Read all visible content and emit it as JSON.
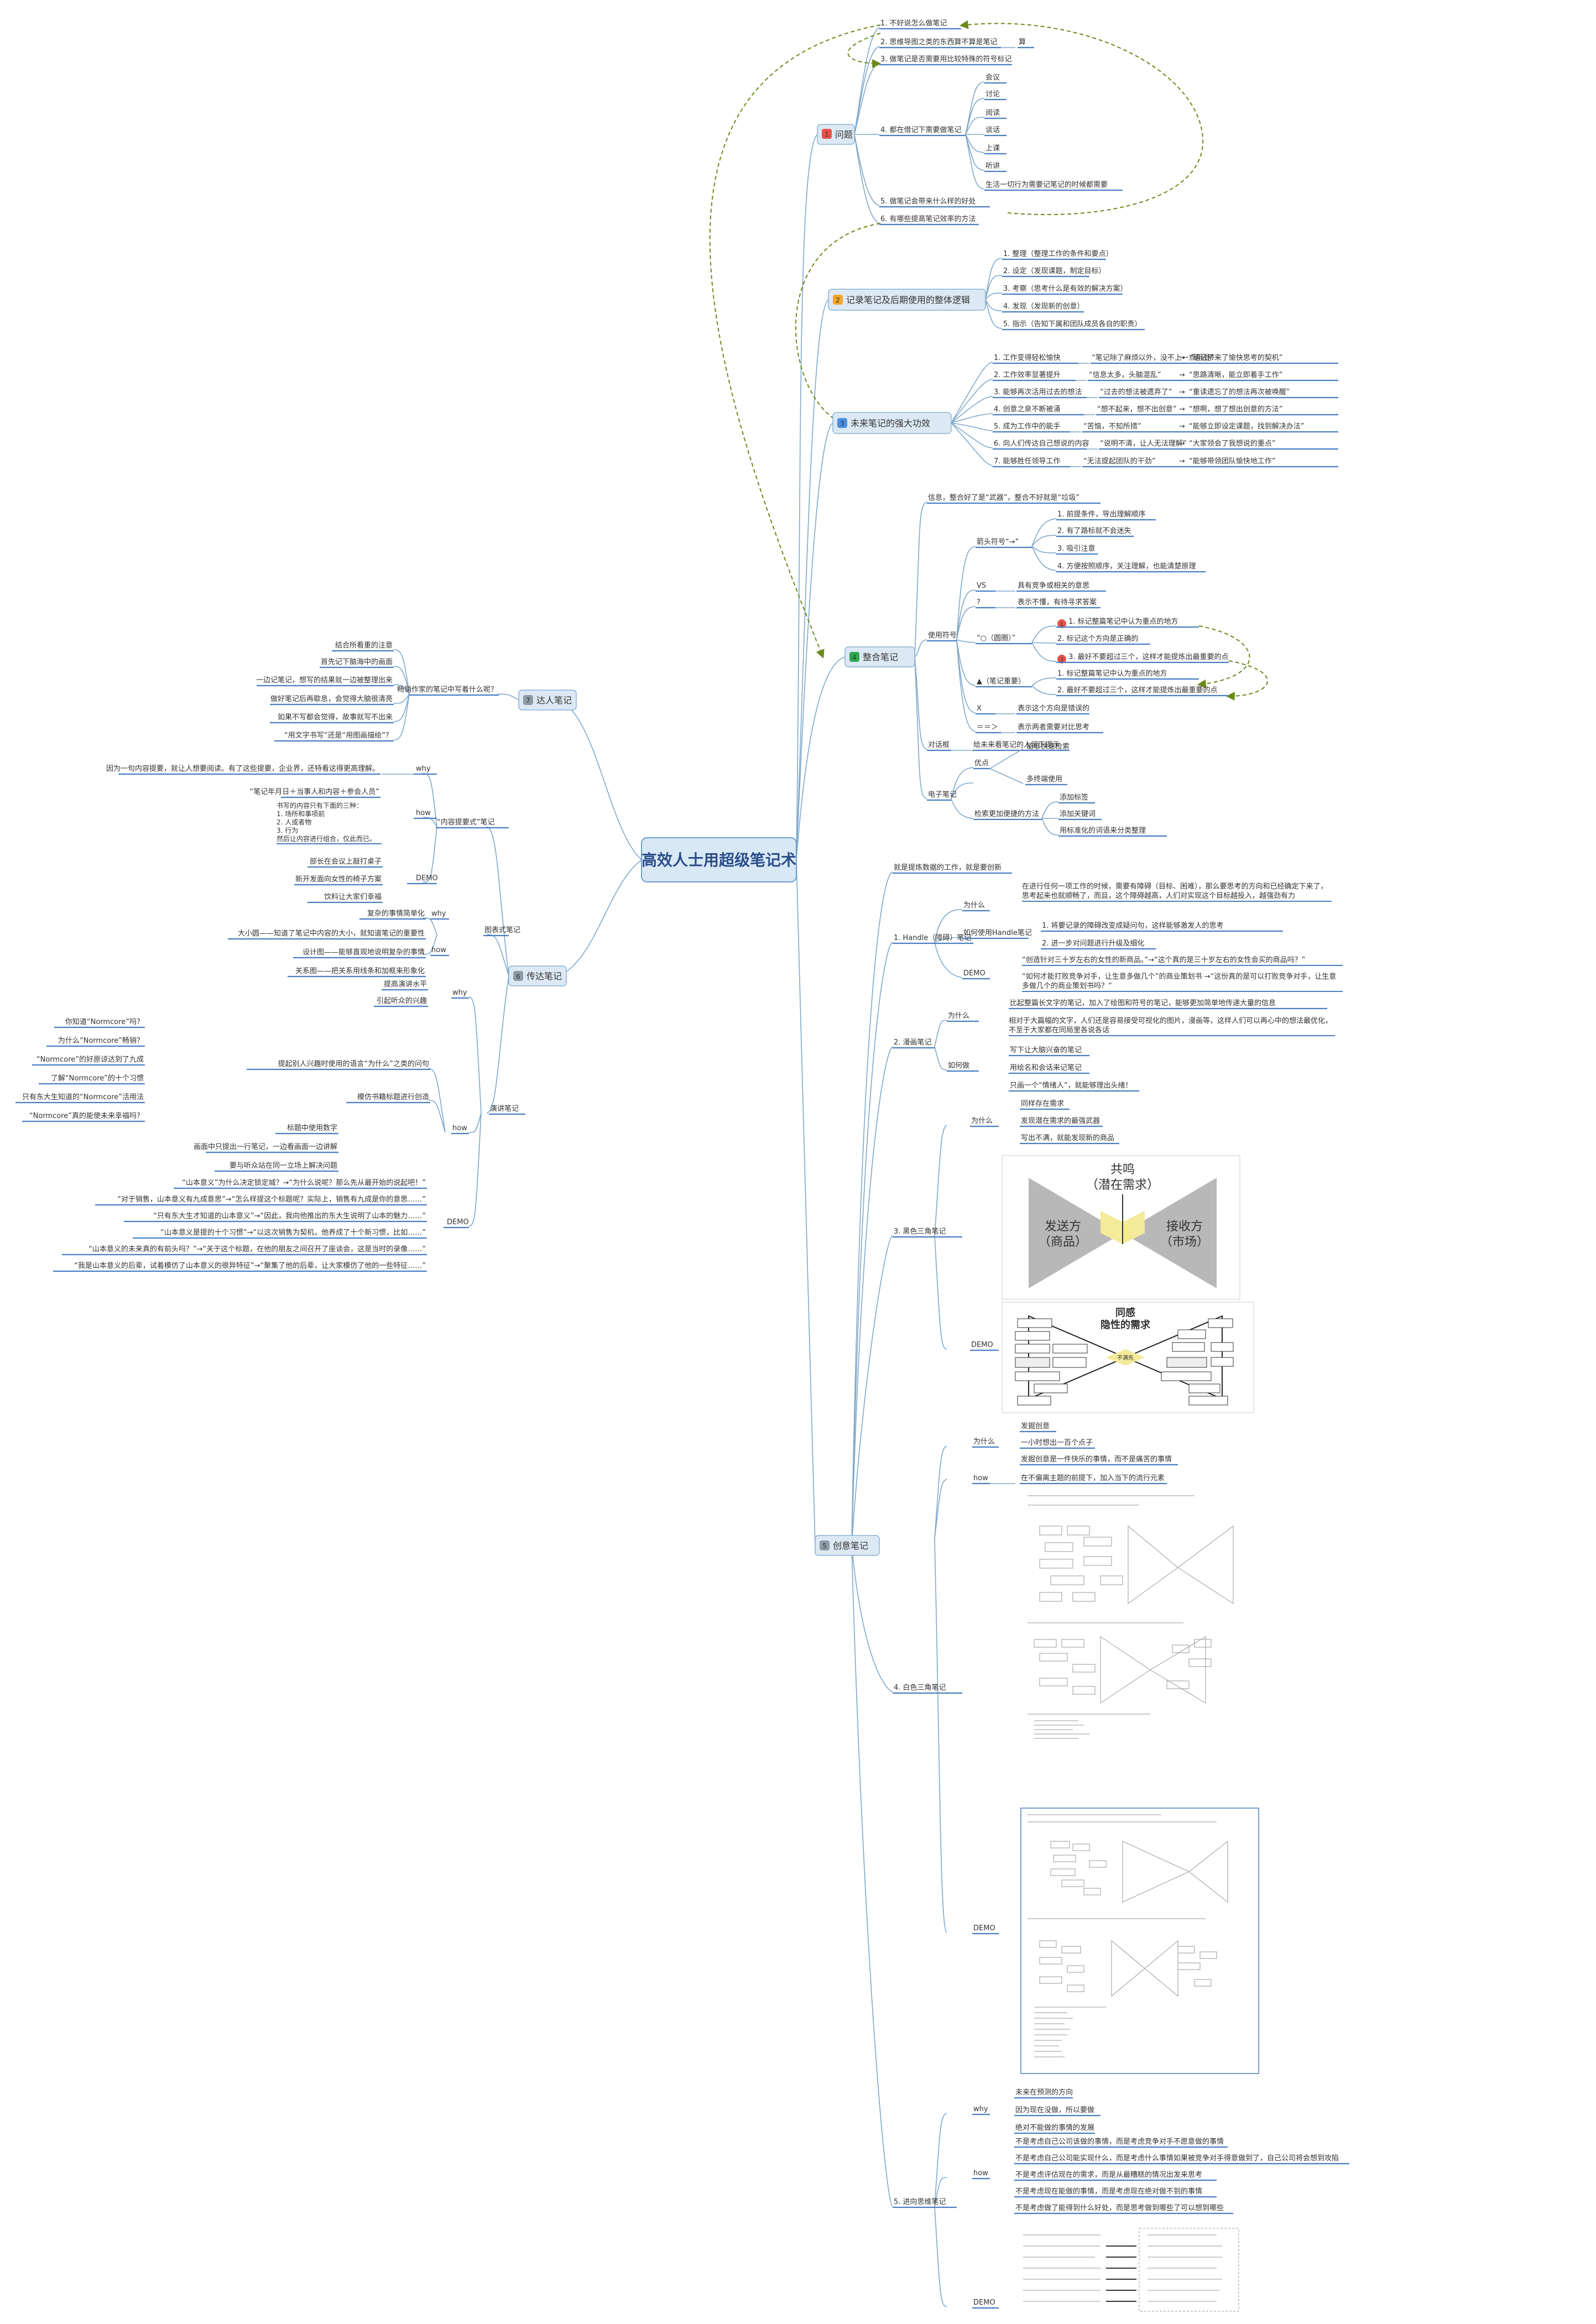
{
  "central": {
    "title": "高效人士用超级笔记术"
  },
  "branches": [
    {
      "num": "1",
      "numColor": "#e8524a",
      "label": "问题"
    },
    {
      "num": "2",
      "numColor": "#f5a623",
      "label": "记录笔记及后期使用的整体逻辑"
    },
    {
      "num": "3",
      "numColor": "#4a90e2",
      "label": "未来笔记的强大功效"
    },
    {
      "num": "4",
      "numColor": "#2fa84f",
      "label": "整合笔记"
    },
    {
      "num": "5",
      "numColor": "#8e9aa6",
      "label": "创意笔记"
    },
    {
      "num": "6",
      "numColor": "#8e9aa6",
      "label": "传达笔记"
    },
    {
      "num": "7",
      "numColor": "#8e9aa6",
      "label": "达人笔记"
    }
  ],
  "b1": {
    "q1": "1. 不好说怎么做笔记",
    "q2": "2. 思维导图之类的东西算不算是笔记",
    "q2x": "算",
    "q3": "3. 做笔记是否需要用比较特殊的符号标记",
    "q4": "4. 都在借记下需要做笔记",
    "q4items": [
      "会议",
      "讨论",
      "阅读",
      "谈话",
      "上课",
      "听讲",
      "生活一切行为需要记笔记的时候都需要"
    ],
    "q5": "5. 做笔记会带来什么样的好处",
    "q6": "6. 有哪些提高笔记效率的方法"
  },
  "b2": {
    "items": [
      "1. 整理（整理工作的条件和要点）",
      "2. 设定（发现课题，制定目标）",
      "3. 考察（思考什么是有效的解决方案）",
      "4. 发现（发现新的创意）",
      "5. 指示（告知下属和团队成员各自的职责）"
    ]
  },
  "b3": {
    "items": [
      [
        "1. 工作变得轻松愉快",
        "“笔记除了麻烦以外，没不上一点用处”",
        "“笔记带来了愉快思考的契机”"
      ],
      [
        "2. 工作效率显著提升",
        "“信息太多，头脑混乱”",
        "“思路清晰，能立即着手工作”"
      ],
      [
        "3. 能够再次活用过去的想法",
        "“过去的想法被遗弃了”",
        "“重读遗忘了的想法再次被唤醒”"
      ],
      [
        "4. 创意之泉不断被涌",
        "“想不起来，想不出创意”",
        "“想啊，想了想出创意的方法”"
      ],
      [
        "5. 成为工作中的能手",
        "“苦恼，不知所措”",
        "“能够立即设定课题，找到解决办法”"
      ],
      [
        "6. 向人们传达自己想说的内容",
        "“说明不清，让人无法理解”",
        "“大家领会了我想说的重点”"
      ],
      [
        "7. 能够胜任领导工作",
        "“无法提起团队的干劲”",
        "“能够带领团队愉快地工作”"
      ]
    ]
  },
  "b4": {
    "intro": "信息，整合好了是“武器”，整合不好就是“垃圾”",
    "symbols": "使用符号",
    "arrow": "箭头符号“→”",
    "arrowItems": [
      "1. 前提条件，导出理解顺序",
      "2. 有了路标就不会迷失",
      "3. 吸引注意",
      "4. 方便按照顺序，关注理解，也能清楚原理"
    ],
    "vs": "VS",
    "vsText": "具有竞争或相关的意思",
    "q": "?",
    "qText": "表示不懂，有待寻求答案",
    "circle": "“○（圆圈）”",
    "circleItems": [
      "1. 标记整篇笔记中认为重点的地方",
      "2. 标记这个方向是正确的",
      "3. 最好不要超过三个，这样才能提炼出最重要的点"
    ],
    "tri": "▲（笔记重要）",
    "triItems": [
      "1. 标记整篇笔记中认为重点的地方",
      "2. 最好不要超过三个，这样才能提炼出最重要的点"
    ],
    "x": "X",
    "xText": "表示这个方向是错误的",
    "eq": "＝＝＞",
    "eqText": "表示两者需要对比思考",
    "compare": "对话框",
    "compareText": "给未来看笔记的人留下提示",
    "elec": "电子笔记",
    "pros": "优点",
    "prosItems": [
      "能够快速检索",
      "多终端使用"
    ],
    "search": "检索更加便捷的方法",
    "searchItems": [
      "添加标签",
      "添加关键词",
      "用标准化的词语来分类整理"
    ]
  },
  "b5": {
    "intro": "就是提炼数据的工作，就是要创新",
    "handle": "1. Handle（障碍）笔记",
    "handleWhy": "为什么",
    "handleWhyText": "在进行任何一项工作的时候，需要有障碍（目标、困难），那么要思考的方向和已经确定下来了，思考起来也就顺畅了，而且，这个障碍越高，人们对实现这个目标越投入，越强劲有力",
    "handleHow": "如何使用Handle笔记",
    "handleHowItems": [
      "1. 将要记录的障碍改变成疑问句，这样能够激发人的思考",
      "2. 进一步对问题进行升级及细化"
    ],
    "handleDemo": "DEMO",
    "handleDemoItems": [
      "“创造针对三十岁左右的女性的新商品。”→“这个真的是三十岁左右的女性会买的商品吗？”",
      "“如何才能打败竞争对手，让生意多做几个”的商业策划书 →“这份真的是可以打败竞争对手，让生意多做几个的商业策划书吗？”"
    ],
    "graphic": "2. 漫画笔记",
    "graphicWhy": "为什么",
    "graphicWhyItems": [
      "比起整篇长文字的笔记，加入了绘图和符号的笔记，能够更加简单地传递大量的信息",
      "相对于大篇幅的文字，人们还是容易接受可视化的图片，漫画等，这样人们可以再心中的想法最优化，不至于大家都在同局里各说各话"
    ],
    "graphicHow": "如何做",
    "graphicHowItems": [
      "写下让大脑兴奋的笔记",
      "用绘名和会话来记笔记",
      "只画一个“情绪人”，就能够理出头绪！"
    ],
    "tri3": "3. 黑色三角笔记",
    "tri3Why": "为什么",
    "tri3WhyItems": [
      "同样存在需求",
      "发现潜在需求的最强武器",
      "写出不满，就能发现新的商品"
    ],
    "tri3Demo": "DEMO",
    "diagram1": {
      "top": "共鸣",
      "top2": "（潜在需求）",
      "left": "发送方",
      "left2": "（商品）",
      "right": "接收方",
      "right2": "（市场）"
    },
    "diagram2": {
      "top": "同感",
      "top2": "隐性的需求",
      "center": "不满先"
    },
    "white": "4. 白色三角笔记",
    "whiteWhy": "为什么",
    "whiteWhyItems": [
      "发掘创意",
      "一小时想出一百个点子",
      "发掘创意是一件快乐的事情，而不是痛苦的事情"
    ],
    "whiteHow": "how",
    "whiteHowText": "在不偏离主题的前提下，加入当下的流行元素",
    "whiteDemo": "DEMO",
    "memo": "5. 进向思维笔记",
    "memoWhy": "why",
    "memoWhyItems": [
      "未来在预测的方向",
      "因为现在没做，所以要做",
      "绝对不能做的事情的发展"
    ],
    "memoHow": "how",
    "memoHowItems": [
      "不是考虑自己公司该做的事情，而是考虑竞争对手不愿意做的事情",
      "不是考虑自己公司能实现什么，而是考虑什么事情如果被竞争对手得意做到了，自己公司将会想到攻陷",
      "不是考虑评估现在的需求，而是从最糟糕的情况出发来思考",
      "不是考虑现在能做的事情，而是考虑现在绝对做不到的事情",
      "不是考虑做了能得到什么好处，而是思考做到哪些了可以想到哪些"
    ],
    "memoDemo": "DEMO"
  },
  "b6": {
    "content": "“内容提要式”笔记",
    "why": "why",
    "whyText": "因为一句内容提要，就让人想要阅读。有了这些提要，企业界，还特看这得更高理解。",
    "how": "how",
    "howText1": "“笔记年月日＋当事人和内容＋参会人员”",
    "howText2": "书写的内容只有下面的三种：\n1. 场所和事项前\n2. 人或者物\n3. 行为\n然后让内容进行组合，仅此而已。",
    "demo": "DEMO",
    "demoItems": [
      "部长在会议上敲打桌子",
      "新开发面向女性的椅子方案",
      "饮料让大家们幸福"
    ],
    "graph": "图表式笔记",
    "graphWhy": "why",
    "graphWhyText": "复杂的事情简单化",
    "graphHow": "how",
    "graphHowItems": [
      "大小圆——知道了笔记中内容的大小，就知道笔记的重要性",
      "设计图——能够直观地说明复杂的事情",
      "关系图——把关系用线条和加框来形象化"
    ],
    "speech": "演讲笔记",
    "speechWhy": "why",
    "speechWhyItems": [
      "提高演讲水平",
      "引起听众的兴趣"
    ],
    "speechHow": "how",
    "speechHowA": "提起别人兴趣时使用的语言“为什么”之类的问句",
    "speechHowAItems": [
      "你知道“Normcore”吗？",
      "为什么“Normcore”畅销？",
      "“Normcore”的好原谅达到了九成",
      "了解“Normcore”的十个习惯",
      "只有东大生知道的“Normcore”活用法",
      "“Normcore”真的能使未来幸福吗？"
    ],
    "speechHowB": "模仿书籍标题进行创造",
    "speechHowBItems": [
      "标题中使用数字",
      "画面中只提出一行笔记，一边看画面一边讲解",
      "要与听众站在同一立场上解决问题"
    ],
    "speechDemo": "DEMO",
    "speechDemoItems": [
      "“山本意义”为什么决定锁定城？→“为什么说呢？那么先从最开始的说起吧！”",
      "“对于销售，山本意义有九成意思”→“怎么样提这个标题呢？实际上，销售有九成是你的意思……”",
      "“只有东大生才知道的山本意义”→“因此，我向他推出的东大生说明了山本的魅力……”",
      "“山本意义是提的十个习惯”→“以这次销售为契机，他养成了十个新习惯，比如……”",
      "“山本意义的未来真的有前头吗？”→“关于这个标题，在他的朋友之间召开了座谈会，这是当时的录像……”",
      "“我是山本意义的后辈，试着模仿了山本意义的很异特征”→“聚集了他的后辈，让大家模仿了他的一些特征……”"
    ]
  },
  "b7": {
    "q": "畅销作家的笔记中写着什么呢？",
    "items": [
      "结合所看重的注意",
      "首先记下脑海中的画面",
      "一边记笔记，想写的结果就一边被整理出来",
      "做好笔记后再歇息，会觉得大脑很清亮",
      "如果不写都会觉得，故事就写不出来",
      "“用文字书写”还是“用图画描绘”？"
    ]
  }
}
